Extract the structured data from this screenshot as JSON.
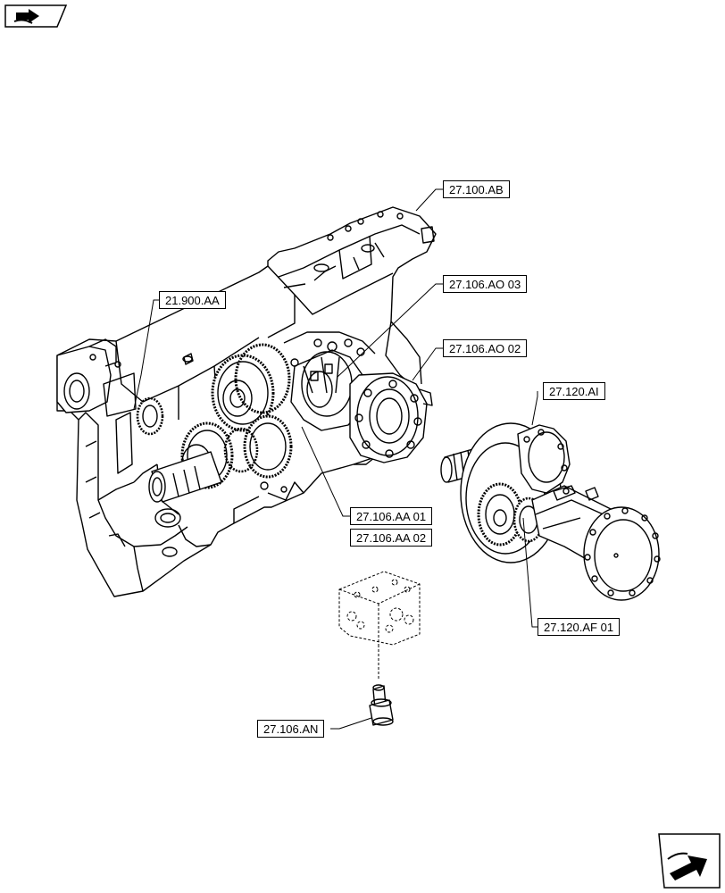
{
  "icons": {
    "top_left": "book-arrow-icon",
    "bottom_right": "next-page-arrow-icon"
  },
  "references": {
    "r1": "27.100.AB",
    "r2": "21.900.AA",
    "r3": "27.106.AO 03",
    "r4": "27.106.AO 02",
    "r5": "27.120.AI",
    "r6": "27.106.AA 01",
    "r7": "27.106.AA 02",
    "r8": "27.120.AF 01",
    "r9": "27.106.AN"
  }
}
